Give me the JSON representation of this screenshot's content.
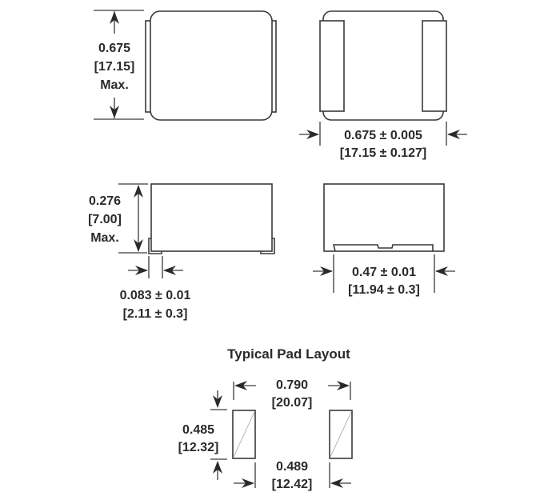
{
  "top_view": {
    "height_value": "0.675",
    "height_metric": "[17.15]",
    "height_note": "Max."
  },
  "bottom_view": {
    "width_value": "0.675 ± 0.005",
    "width_metric": "[17.15 ± 0.127]"
  },
  "side_view": {
    "height_value": "0.276",
    "height_metric": "[7.00]",
    "height_note": "Max.",
    "terminal_value": "0.083 ± 0.01",
    "terminal_metric": "[2.11 ± 0.3]"
  },
  "end_view": {
    "width_value": "0.47 ± 0.01",
    "width_metric": "[11.94 ± 0.3]"
  },
  "pad_layout": {
    "title": "Typical Pad Layout",
    "overall_width_value": "0.790",
    "overall_width_metric": "[20.07]",
    "pad_height_value": "0.485",
    "pad_height_metric": "[12.32]",
    "gap_value": "0.489",
    "gap_metric": "[12.42]"
  }
}
